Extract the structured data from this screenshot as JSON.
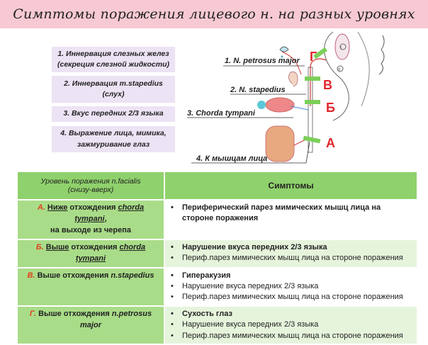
{
  "title": "Симптомы поражения лицевого н. на разных уровнях",
  "functions": [
    {
      "line1": "1. Иннервация слезных желез",
      "line2": "(секреция слезной жидкости)"
    },
    {
      "line1": "2. Иннервация m.stapedius",
      "line2": "(слух)"
    },
    {
      "line1": "3. Вкус передних 2/3 языка",
      "line2": ""
    },
    {
      "line1": "4. Выражение лица, мимика,",
      "line2": "зажмуривание глаз"
    }
  ],
  "diagram": {
    "branches": [
      "1. N. petrosus major",
      "2. N. stapedius",
      "3. Chorda tympani",
      "4. К мышцам лица"
    ],
    "levels": [
      "Г",
      "В",
      "Б",
      "А"
    ],
    "roman": [
      "I",
      "II"
    ]
  },
  "table": {
    "header": {
      "col1_line1": "Уровень поражения n.facialis",
      "col1_line2": "(снизу-вверх)",
      "col2": "Симптомы"
    },
    "rows": [
      {
        "letter": "А.",
        "p1": "Ниже",
        "p2": " отхождения ",
        "p3": "chorda tympani",
        "p4": ",",
        "p5": "на выходе из черепа",
        "symptoms": [
          "Периферический парез мимических мышц лица на стороне поражения"
        ]
      },
      {
        "letter": "Б.",
        "p1": "Выше",
        "p2": " отхождения ",
        "p3": "chorda tympani",
        "symptoms": [
          "Нарушение вкуса передних 2/3 языка",
          "Периф.парез мимических мышц лица на стороне поражения"
        ]
      },
      {
        "letter": "В.",
        "p2": " Выше отхождения ",
        "p3": "n.stapedius",
        "symptoms": [
          "Гиперакузия",
          "Нарушение вкуса передних 2/3 языка",
          "Периф.парез мимических мышц лица на стороне поражения"
        ]
      },
      {
        "letter": "Г.",
        "p2": " Выше отхождения ",
        "p3": "n.petrosus major",
        "symptoms": [
          "Сухость глаз",
          "Нарушение вкуса передних 2/3 языка",
          "Периф.парез мимических мышц лица на стороне поражения"
        ]
      }
    ]
  },
  "colors": {
    "title_bg": "#f7c9d3",
    "box_bg": "#ece3f4",
    "header_green": "#8fd16c",
    "level_red": "#e0262b",
    "block_green": "#7ccf5a"
  }
}
